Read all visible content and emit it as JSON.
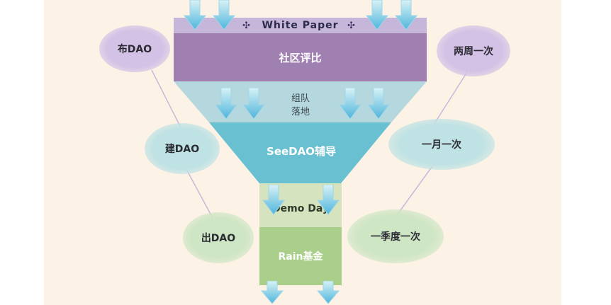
{
  "stages": {
    "white_paper": "White Paper",
    "community_review": "社区评比",
    "team_landing_1": "组队",
    "team_landing_2": "落地",
    "seedao_guidance": "SeeDAO辅导",
    "demo_day": "Demo Day",
    "rain_fund": "Rain基金"
  },
  "left_bubbles": {
    "publish_dao": "布DAO",
    "build_dao": "建DAO",
    "exit_dao": "出DAO"
  },
  "right_bubbles": {
    "biweekly": "两周一次",
    "monthly": "一月一次",
    "quarterly": "一季度一次"
  },
  "colors": {
    "white_paper": "#c6b6da",
    "community_review": "#a07fb1",
    "team_landing": "#b4d8de",
    "seedao_guidance": "#69c0d0",
    "demo_day": "#d5e3be",
    "rain_fund": "#a9cf8b",
    "bubble_purple": "#d3c1e6",
    "bubble_teal": "#bfe2e4",
    "bubble_green": "#cfe6c4"
  },
  "icons": [
    "down-arrow-icon",
    "four-arrows-icon"
  ]
}
